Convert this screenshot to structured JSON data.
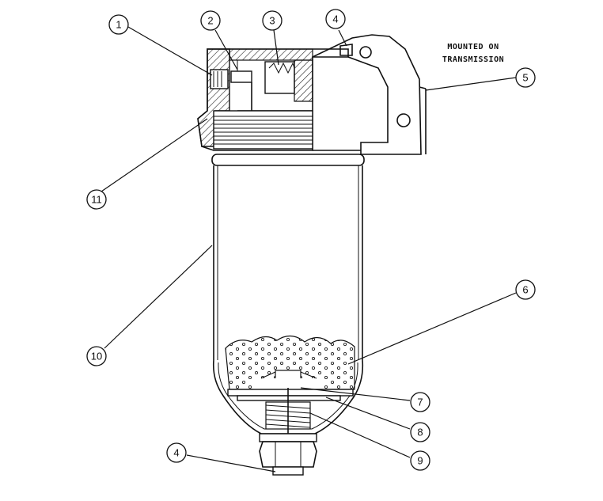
{
  "diagram": {
    "note_lines": [
      "MOUNTED ON",
      "TRANSMISSION"
    ],
    "callouts": [
      "1",
      "2",
      "3",
      "4",
      "5",
      "11",
      "10",
      "6",
      "7",
      "8",
      "9",
      "4"
    ]
  }
}
